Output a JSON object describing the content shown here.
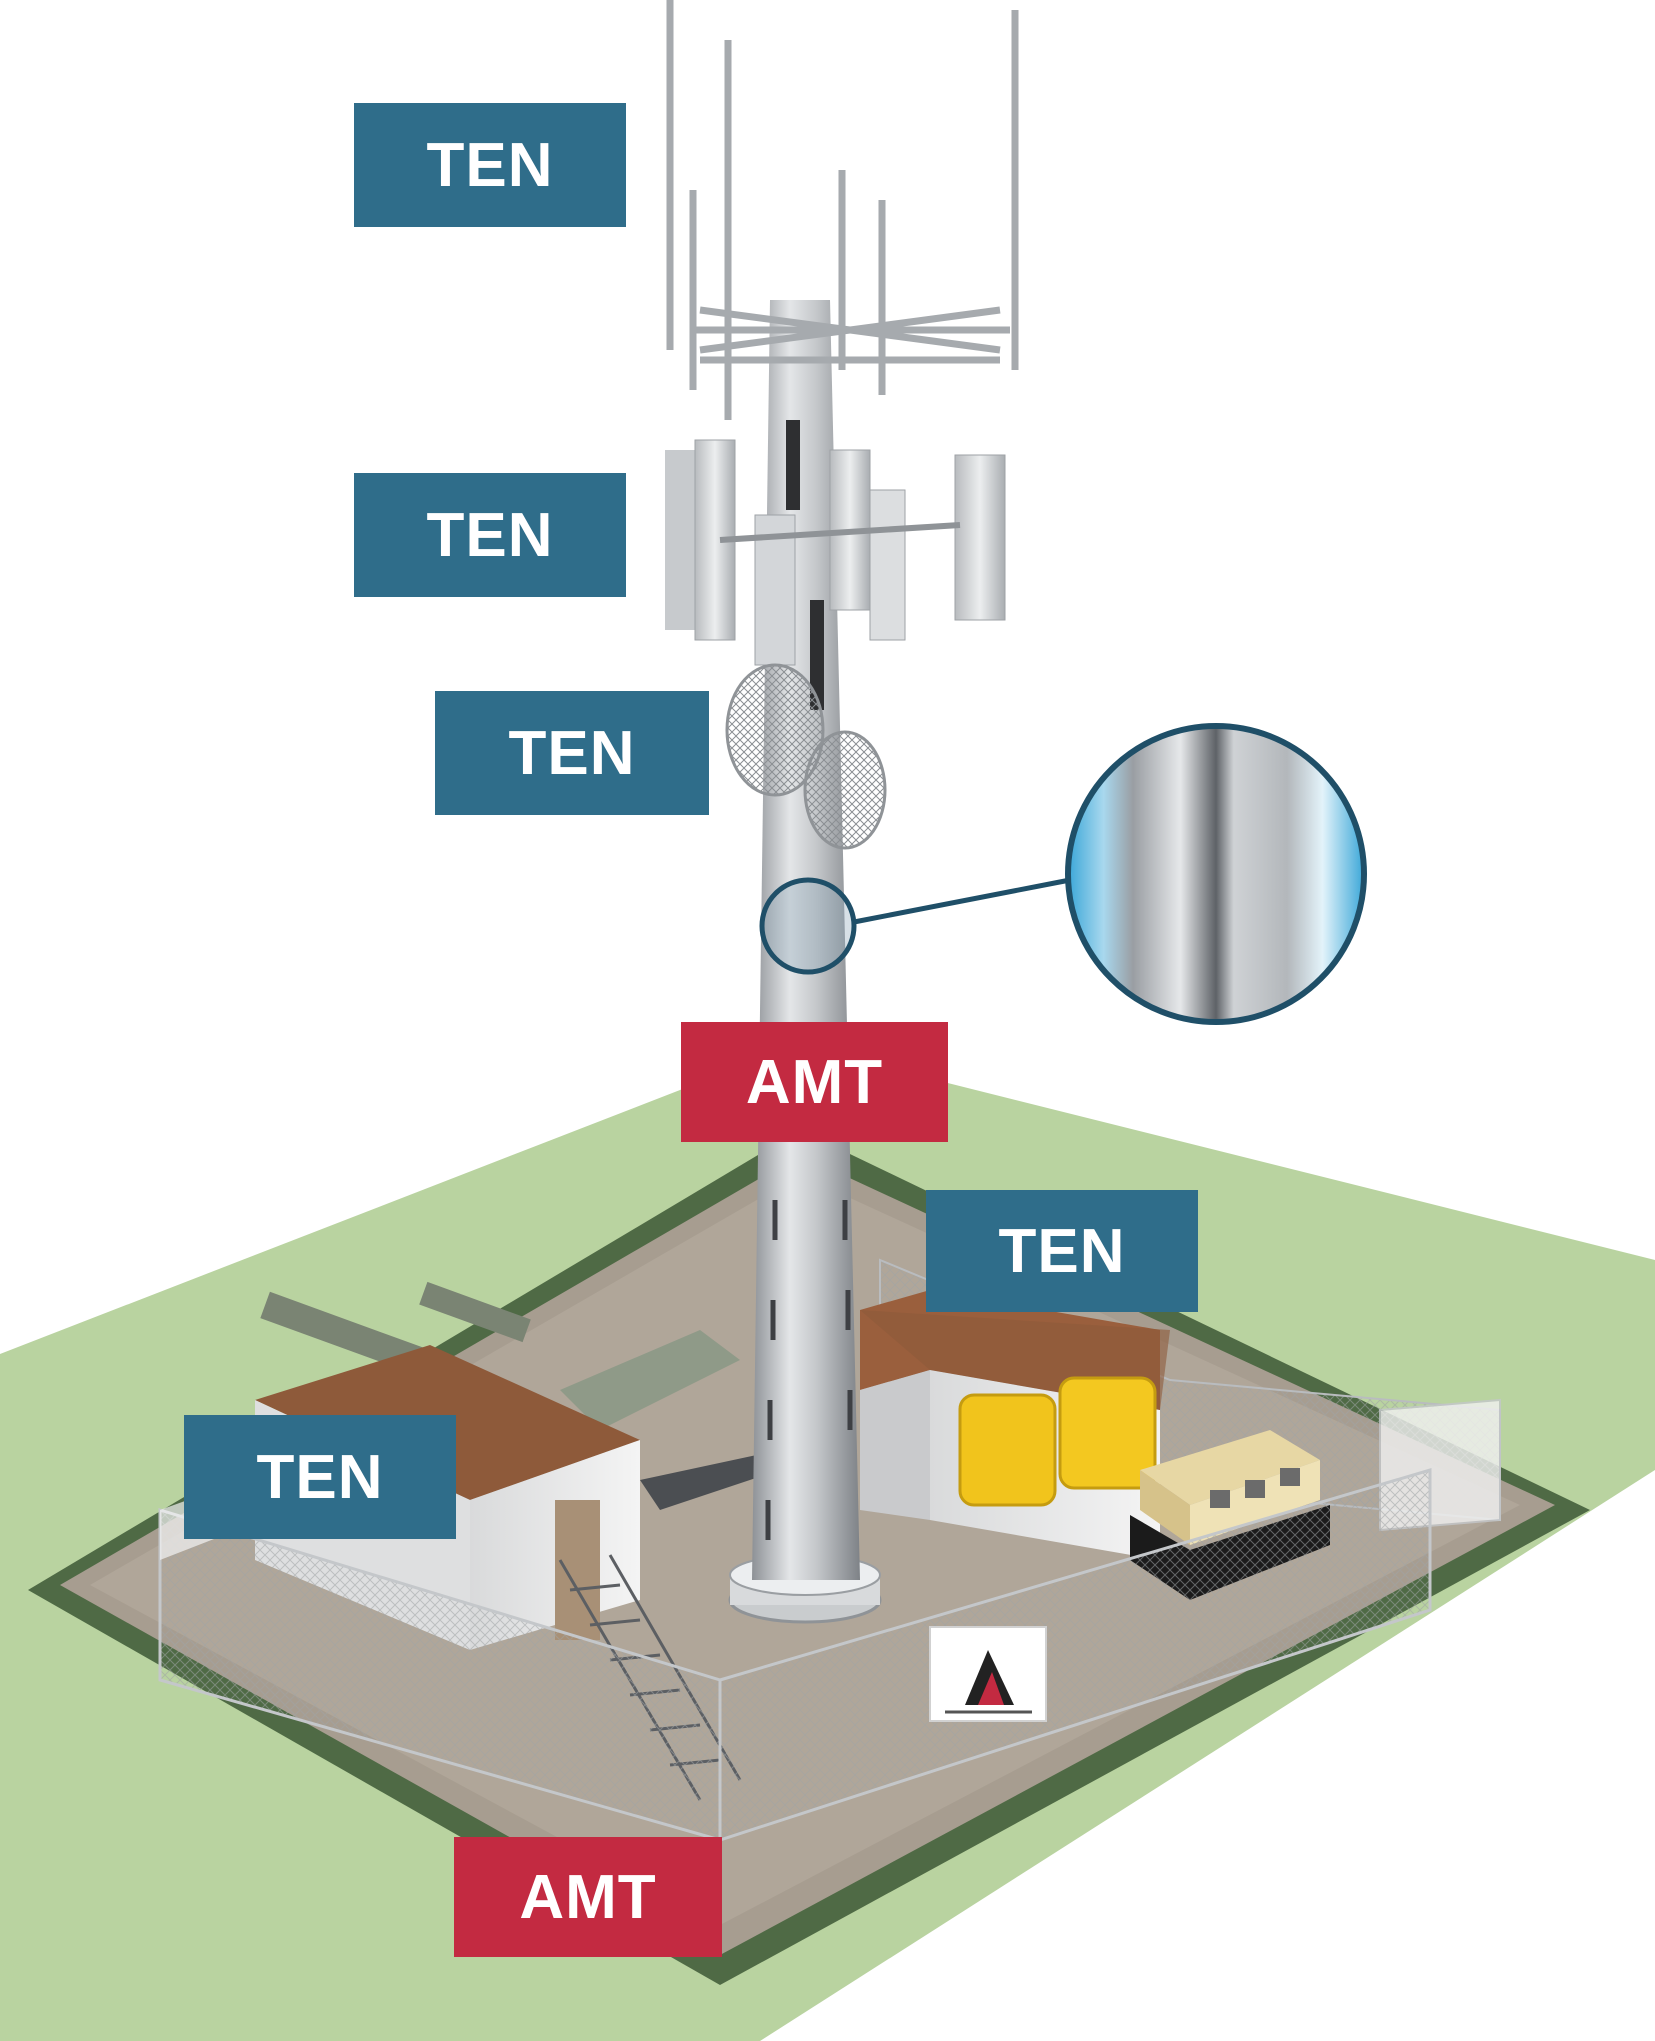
{
  "colors": {
    "ten_label_bg": "#2f6d8a",
    "amt_label_bg": "#c32a41",
    "label_text": "#ffffff",
    "ground": "#b9d3a0",
    "pad": "#a59b8d",
    "roof": "#8e5a3a",
    "battery": "#f1c41c",
    "magnifier_bg": "#3aa6d6"
  },
  "illustration": {
    "subject": "cell tower site",
    "elements": [
      "antenna-mast",
      "panel-antennas",
      "microwave-dishes",
      "tower-pole",
      "equipment-shelter",
      "battery-cabinets",
      "generator",
      "perimeter-fence",
      "stairs",
      "cable-bridge",
      "warning-sign",
      "magnifier-inset"
    ]
  },
  "labels": [
    {
      "text": "TEN",
      "kind": "ten",
      "target": "top-antenna-mast"
    },
    {
      "text": "TEN",
      "kind": "ten",
      "target": "panel-antennas"
    },
    {
      "text": "TEN",
      "kind": "ten",
      "target": "microwave-dishes"
    },
    {
      "text": "AMT",
      "kind": "amt",
      "target": "tower-pole"
    },
    {
      "text": "TEN",
      "kind": "ten",
      "target": "right-equipment-shelter"
    },
    {
      "text": "TEN",
      "kind": "ten",
      "target": "left-equipment-shelter"
    },
    {
      "text": "AMT",
      "kind": "amt",
      "target": "ground-fence"
    }
  ]
}
